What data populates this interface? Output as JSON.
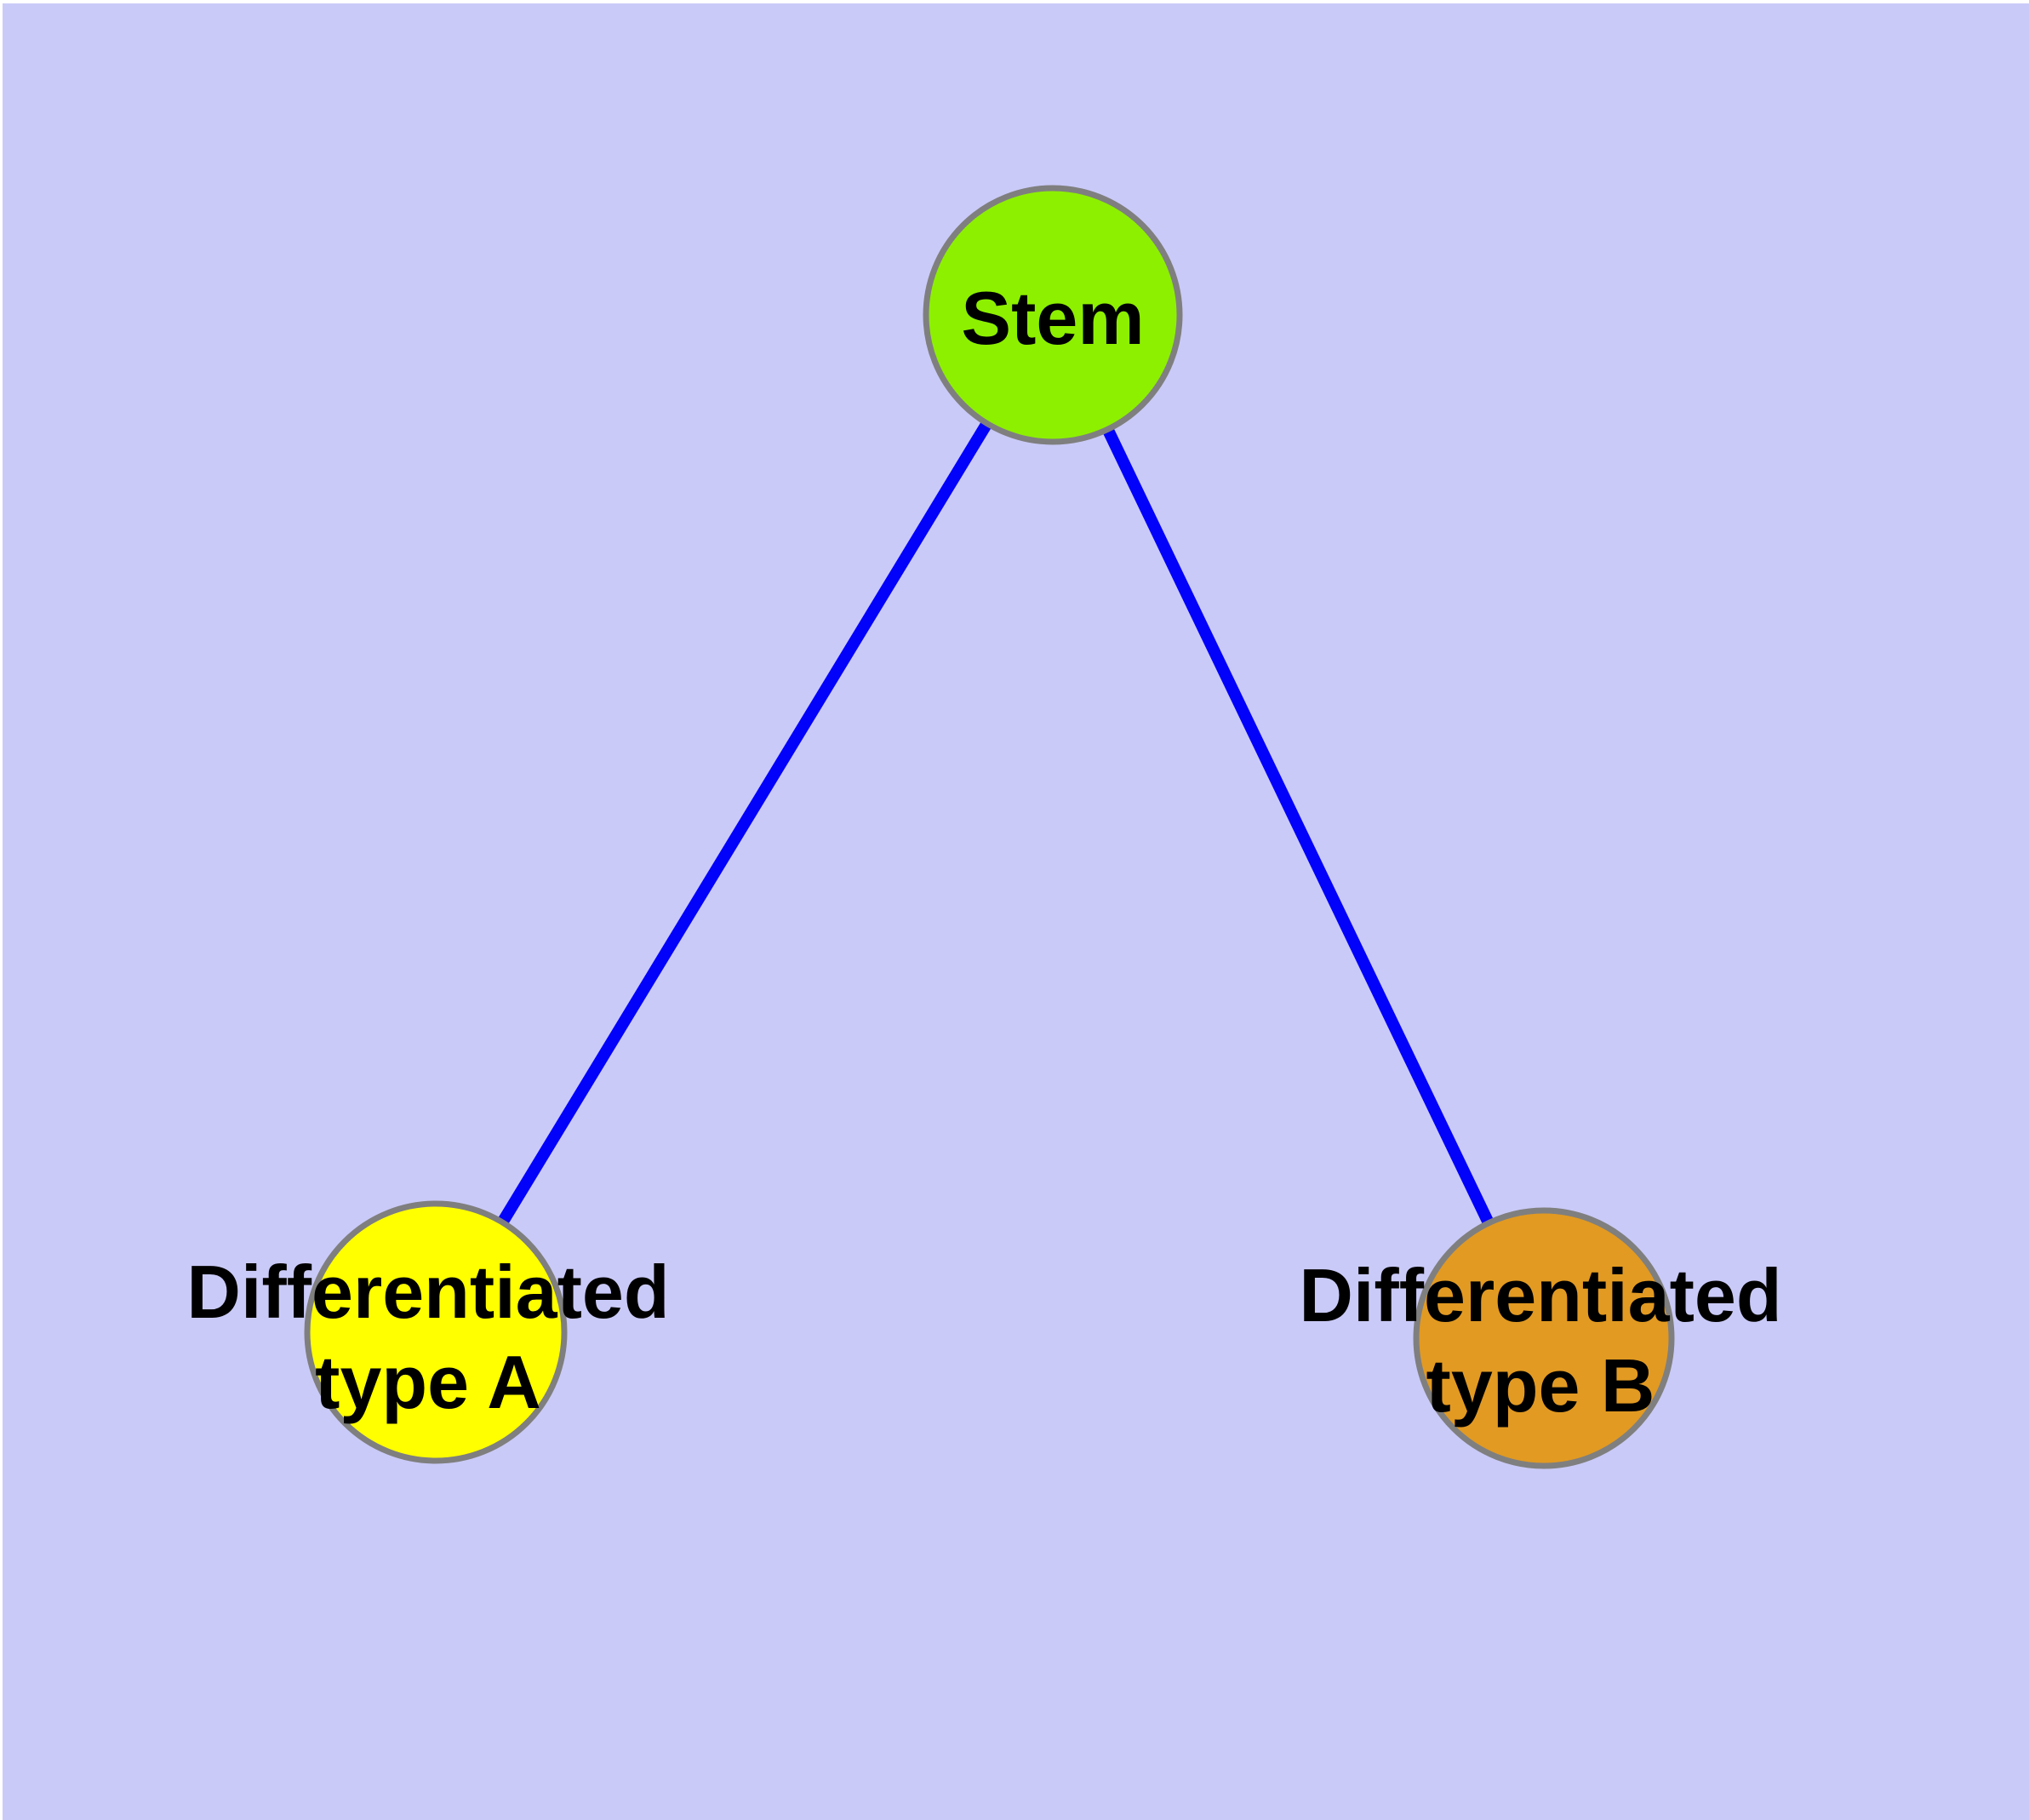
{
  "figure": {
    "type": "graph-diagram",
    "background_color": "#cacaf8",
    "margin_color": "#ffffff",
    "edge_color": "#0202fa",
    "node_border_color": "#7f7f7f",
    "label_color": "#000000"
  },
  "nodes": {
    "stem": {
      "label": "Stem",
      "color": "#8df000"
    },
    "type_a": {
      "label": "Differentiated\ntype A",
      "color": "#ffff00"
    },
    "type_b": {
      "label": "Differentiated\ntype B",
      "color": "#e29a22"
    }
  },
  "edges": [
    {
      "from": "Stem",
      "to": "Differentiated type A"
    },
    {
      "from": "Stem",
      "to": "Differentiated type B"
    }
  ]
}
